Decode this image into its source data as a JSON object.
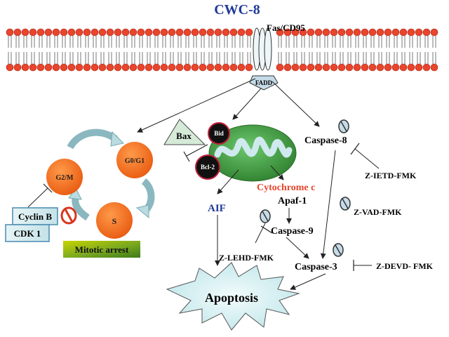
{
  "title": "CWC-8",
  "receptor": "Fas/CD95",
  "adaptor": "FADD",
  "cell_cycle": {
    "phases": [
      "G0/G1",
      "G2/M",
      "S"
    ],
    "inhibited_proteins": [
      "Cyclin B",
      "CDK 1"
    ],
    "outcome": "Mitotic arrest"
  },
  "mitochondria": {
    "proteins": [
      "Bid",
      "Bcl-2",
      "Bax"
    ],
    "released": [
      "Cytochrome c",
      "AIF"
    ]
  },
  "caspases": [
    "Caspase-8",
    "Caspase-9",
    "Caspase-3"
  ],
  "cofactor": "Apaf-1",
  "inhibitors": [
    "Z-IETD-FMK",
    "Z-VAD-FMK",
    "Z-LEHD-FMK",
    "Z-DEVD- FMK"
  ],
  "result": "Apoptosis",
  "colors": {
    "title": "#1f3a9a",
    "membrane_head": "#e8452c",
    "cycle_node": "#f06a1a",
    "mitochondrion": "#3a9a3a",
    "cytochrome_c": "#e8452c",
    "aif": "#1f3a9a",
    "cyclin_box": "#d9eef0"
  }
}
